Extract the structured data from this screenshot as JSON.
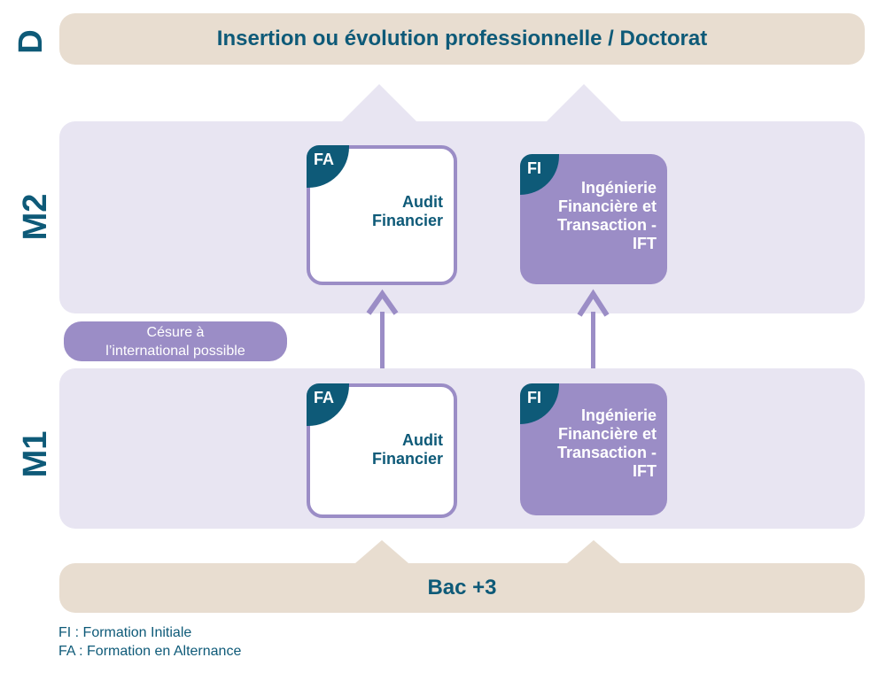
{
  "levels": {
    "d": "D",
    "m2": "M2",
    "m1": "M1"
  },
  "top_band": {
    "title": "Insertion ou évolution professionnelle / Doctorat"
  },
  "bottom_band": {
    "title": "Bac +3"
  },
  "cesure": {
    "line1": "Césure à",
    "line2": "l’international possible"
  },
  "m2_cards": [
    {
      "badge": "FA",
      "lines": [
        "Audit",
        "Financier"
      ],
      "style": "outline"
    },
    {
      "badge": "FI",
      "lines": [
        "Ingénierie",
        "Financière et",
        "Transaction -",
        "IFT"
      ],
      "style": "filled"
    }
  ],
  "m1_cards": [
    {
      "badge": "FA",
      "lines": [
        "Audit",
        "Financier"
      ],
      "style": "outline"
    },
    {
      "badge": "FI",
      "lines": [
        "Ingénierie",
        "Financière et",
        "Transaction -",
        "IFT"
      ],
      "style": "filled"
    }
  ],
  "legend": {
    "fi": "FI : Formation Initiale",
    "fa": "FA : Formation en Alternance"
  },
  "colors": {
    "teal": "#0e5a78",
    "lavender": "#9b8dc6",
    "lavender_light": "#e8e5f2",
    "beige": "#e8ddd0"
  }
}
